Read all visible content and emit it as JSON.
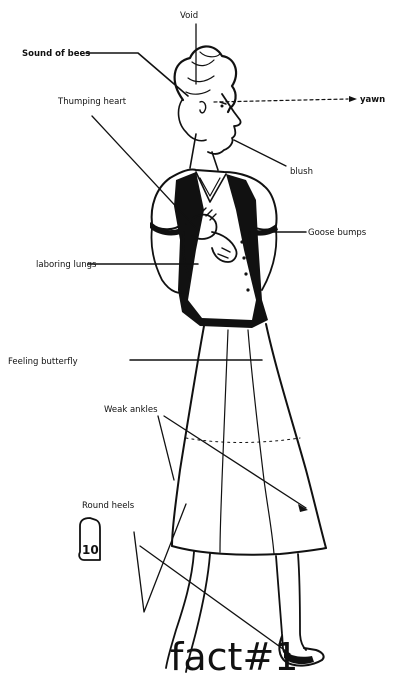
{
  "labels": {
    "void": "Void",
    "sound_of_bees": "Sound of bees",
    "thumping_heart": "Thumping heart",
    "yawn": "yawn",
    "blush": "blush",
    "goose_bumps": "Goose bumps",
    "laboring_lungs": "laboring lungs",
    "feeling_butterfly": "Feeling butterfly",
    "weak_ankles": "Weak ankles",
    "round_heels": "Round heels"
  },
  "badge": "10",
  "footer": "fact#1",
  "colors": {
    "ink": "#111111",
    "background": "#ffffff"
  }
}
